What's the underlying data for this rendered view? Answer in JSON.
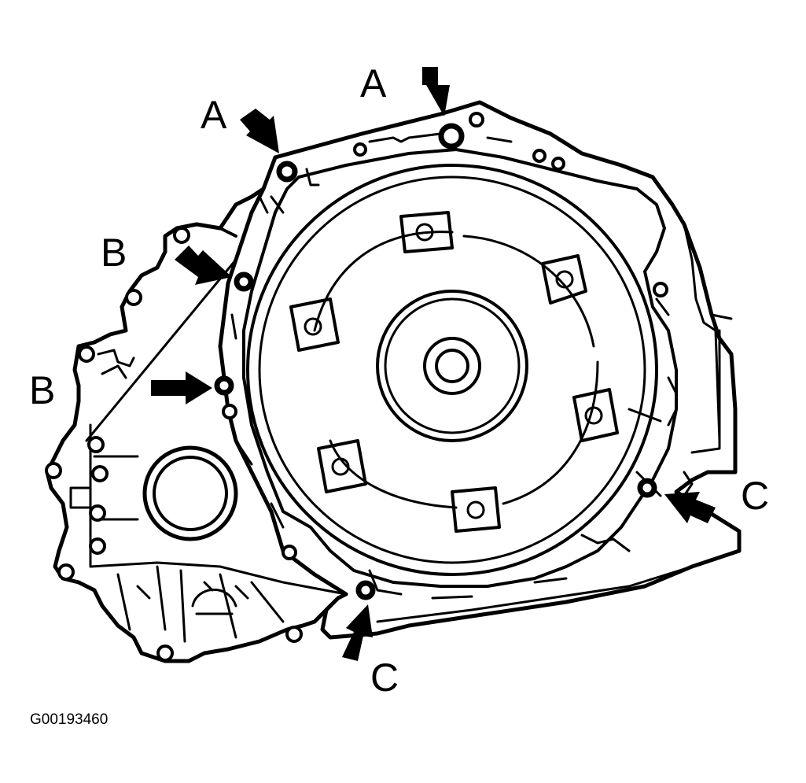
{
  "figure_id": "G00193460",
  "labels": {
    "a_left": "A",
    "a_top": "A",
    "b_upper": "B",
    "b_lower": "B",
    "c_right": "C",
    "c_bottom": "C"
  },
  "colors": {
    "ink": "#000000",
    "paper": "#ffffff"
  }
}
